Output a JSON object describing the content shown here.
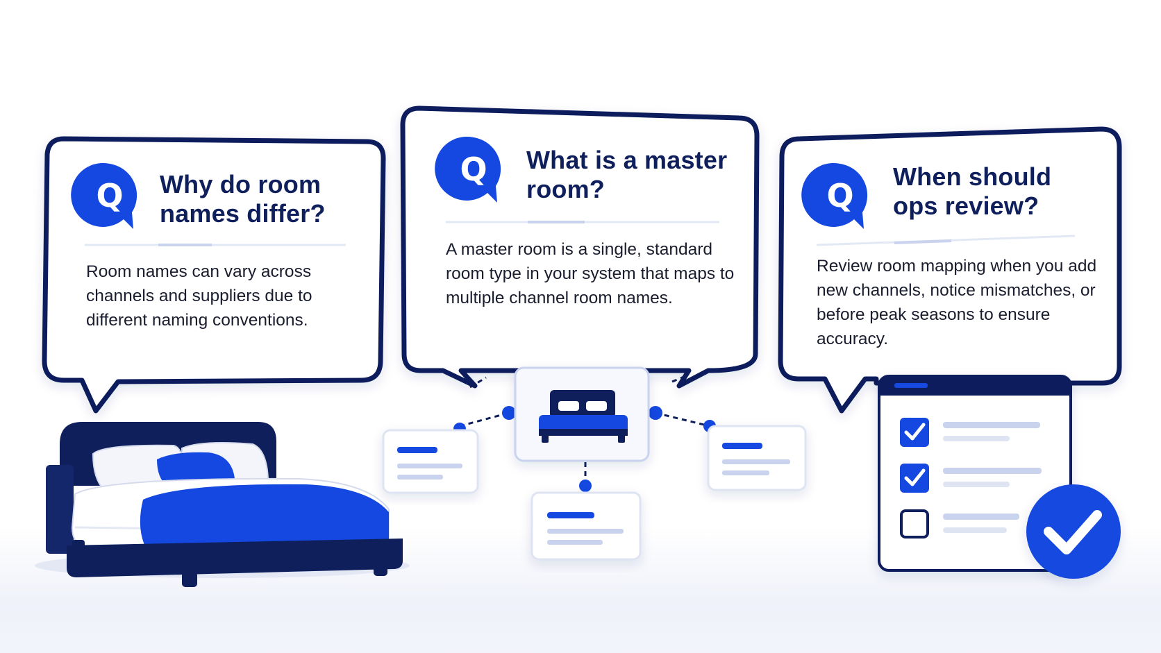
{
  "colors": {
    "navy": "#0f1f5c",
    "blue": "#1448e0",
    "light_blue": "#c9d3ee",
    "text": "#1a1d2e"
  },
  "icons": [
    "q-badge-icon",
    "bed-icon",
    "checklist-icon",
    "check-circle-icon",
    "checkbox-checked-icon",
    "checkbox-empty-icon"
  ],
  "cards": [
    {
      "badge": "Q",
      "title": "Why do room names differ?",
      "body": "Room names can vary across channels and suppliers due to different naming conventions."
    },
    {
      "badge": "Q",
      "title": "What is a master room?",
      "body": "A master room is a single, standard room type in your system that maps to multiple channel room names."
    },
    {
      "badge": "Q",
      "title": "When should ops review?",
      "body": "Review room mapping when you add new channels, notice mismatches, or before peak seasons to ensure accuracy."
    }
  ],
  "checklist": {
    "items": [
      {
        "state": "checked"
      },
      {
        "state": "checked"
      },
      {
        "state": "unchecked"
      }
    ]
  }
}
